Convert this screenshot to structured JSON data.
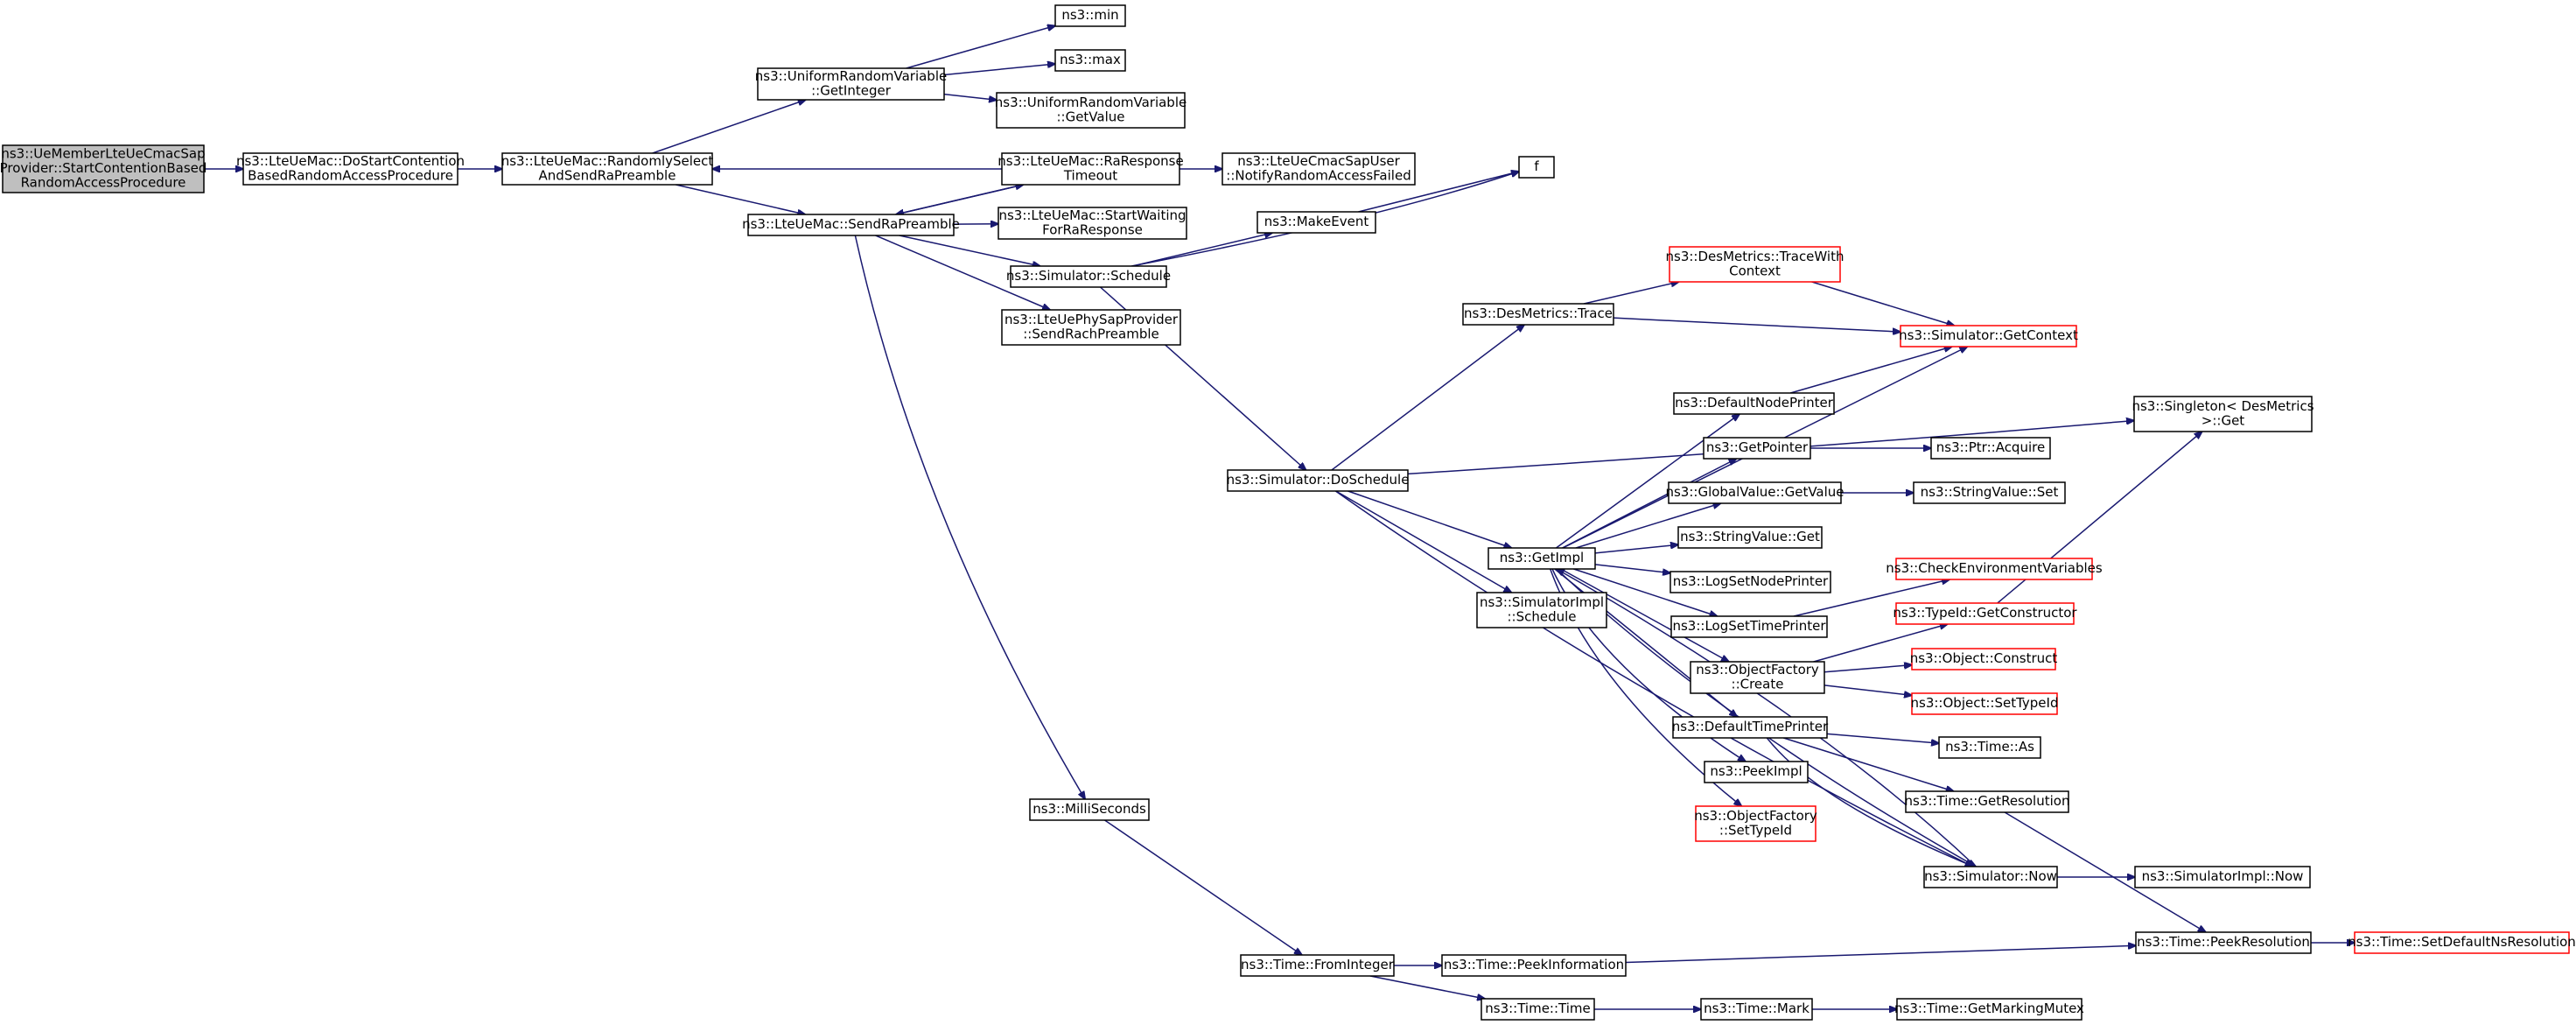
{
  "colors": {
    "edge": "#191970",
    "root_fill": "#bfbfbf",
    "truncated_border": "#ff0000",
    "node_border": "#000000"
  },
  "nodes": [
    {
      "id": "root",
      "lines": [
        "ns3::UeMemberLteUeCmacSap",
        "Provider::StartContentionBased",
        "RandomAccessProcedure"
      ],
      "kind": "root"
    },
    {
      "id": "doStart",
      "lines": [
        "ns3::LteUeMac::DoStartContention",
        "BasedRandomAccessProcedure"
      ]
    },
    {
      "id": "randSel",
      "lines": [
        "ns3::LteUeMac::RandomlySelect",
        "AndSendRaPreamble"
      ]
    },
    {
      "id": "uniInt",
      "lines": [
        "ns3::UniformRandomVariable",
        "::GetInteger"
      ]
    },
    {
      "id": "min",
      "lines": [
        "ns3::min"
      ]
    },
    {
      "id": "max",
      "lines": [
        "ns3::max"
      ]
    },
    {
      "id": "uniVal",
      "lines": [
        "ns3::UniformRandomVariable",
        "::GetValue"
      ]
    },
    {
      "id": "raTimeout",
      "lines": [
        "ns3::LteUeMac::RaResponse",
        "Timeout"
      ]
    },
    {
      "id": "notify",
      "lines": [
        "ns3::LteUeCmacSapUser",
        "::NotifyRandomAccessFailed"
      ]
    },
    {
      "id": "sendRa",
      "lines": [
        "ns3::LteUeMac::SendRaPreamble"
      ]
    },
    {
      "id": "startWait",
      "lines": [
        "ns3::LteUeMac::StartWaiting",
        "ForRaResponse"
      ]
    },
    {
      "id": "makeEvent",
      "lines": [
        "ns3::MakeEvent"
      ]
    },
    {
      "id": "f",
      "lines": [
        "f"
      ]
    },
    {
      "id": "simSched",
      "lines": [
        "ns3::Simulator::Schedule"
      ]
    },
    {
      "id": "sendRach",
      "lines": [
        "ns3::LteUePhySapProvider",
        "::SendRachPreamble"
      ]
    },
    {
      "id": "traceCtx",
      "lines": [
        "ns3::DesMetrics::TraceWith",
        "Context"
      ],
      "kind": "truncated"
    },
    {
      "id": "trace",
      "lines": [
        "ns3::DesMetrics::Trace"
      ]
    },
    {
      "id": "getCtx",
      "lines": [
        "ns3::Simulator::GetContext"
      ],
      "kind": "truncated"
    },
    {
      "id": "singleton",
      "lines": [
        "ns3::Singleton< DesMetrics",
        ">::Get"
      ]
    },
    {
      "id": "defNode",
      "lines": [
        "ns3::DefaultNodePrinter"
      ]
    },
    {
      "id": "getPtr",
      "lines": [
        "ns3::GetPointer"
      ]
    },
    {
      "id": "acquire",
      "lines": [
        "ns3::Ptr::Acquire"
      ]
    },
    {
      "id": "gvGet",
      "lines": [
        "ns3::GlobalValue::GetValue"
      ]
    },
    {
      "id": "svSet",
      "lines": [
        "ns3::StringValue::Set"
      ]
    },
    {
      "id": "doSched",
      "lines": [
        "ns3::Simulator::DoSchedule"
      ]
    },
    {
      "id": "svGet",
      "lines": [
        "ns3::StringValue::Get"
      ]
    },
    {
      "id": "getImpl",
      "lines": [
        "ns3::GetImpl"
      ]
    },
    {
      "id": "logNode",
      "lines": [
        "ns3::LogSetNodePrinter"
      ]
    },
    {
      "id": "checkEnv",
      "lines": [
        "ns3::CheckEnvironmentVariables"
      ],
      "kind": "truncated"
    },
    {
      "id": "logTime",
      "lines": [
        "ns3::LogSetTimePrinter"
      ]
    },
    {
      "id": "implSched",
      "lines": [
        "ns3::SimulatorImpl",
        "::Schedule"
      ]
    },
    {
      "id": "getCons",
      "lines": [
        "ns3::TypeId::GetConstructor"
      ],
      "kind": "truncated"
    },
    {
      "id": "ofCreate",
      "lines": [
        "ns3::ObjectFactory",
        "::Create"
      ]
    },
    {
      "id": "objConstruct",
      "lines": [
        "ns3::Object::Construct"
      ],
      "kind": "truncated"
    },
    {
      "id": "objSetType",
      "lines": [
        "ns3::Object::SetTypeId"
      ],
      "kind": "truncated"
    },
    {
      "id": "defTime",
      "lines": [
        "ns3::DefaultTimePrinter"
      ]
    },
    {
      "id": "timeAs",
      "lines": [
        "ns3::Time::As"
      ]
    },
    {
      "id": "peekImpl",
      "lines": [
        "ns3::PeekImpl"
      ]
    },
    {
      "id": "getRes",
      "lines": [
        "ns3::Time::GetResolution"
      ]
    },
    {
      "id": "ofSetType",
      "lines": [
        "ns3::ObjectFactory",
        "::SetTypeId"
      ],
      "kind": "truncated"
    },
    {
      "id": "milli",
      "lines": [
        "ns3::MilliSeconds"
      ]
    },
    {
      "id": "simNow",
      "lines": [
        "ns3::Simulator::Now"
      ]
    },
    {
      "id": "implNow",
      "lines": [
        "ns3::SimulatorImpl::Now"
      ]
    },
    {
      "id": "peekRes",
      "lines": [
        "ns3::Time::PeekResolution"
      ]
    },
    {
      "id": "setDefNs",
      "lines": [
        "ns3::Time::SetDefaultNsResolution"
      ],
      "kind": "truncated"
    },
    {
      "id": "fromInt",
      "lines": [
        "ns3::Time::FromInteger"
      ]
    },
    {
      "id": "peekInfo",
      "lines": [
        "ns3::Time::PeekInformation"
      ]
    },
    {
      "id": "timeTime",
      "lines": [
        "ns3::Time::Time"
      ]
    },
    {
      "id": "mark",
      "lines": [
        "ns3::Time::Mark"
      ]
    },
    {
      "id": "getMutex",
      "lines": [
        "ns3::Time::GetMarkingMutex"
      ]
    }
  ],
  "edges": [
    [
      "root",
      "doStart"
    ],
    [
      "doStart",
      "randSel"
    ],
    [
      "randSel",
      "uniInt"
    ],
    [
      "randSel",
      "sendRa"
    ],
    [
      "uniInt",
      "min"
    ],
    [
      "uniInt",
      "max"
    ],
    [
      "uniInt",
      "uniVal"
    ],
    [
      "raTimeout",
      "randSel"
    ],
    [
      "raTimeout",
      "notify"
    ],
    [
      "raTimeout",
      "sendRa"
    ],
    [
      "sendRa",
      "raTimeout"
    ],
    [
      "sendRa",
      "startWait"
    ],
    [
      "sendRa",
      "simSched"
    ],
    [
      "sendRa",
      "sendRach"
    ],
    [
      "sendRa",
      "milli"
    ],
    [
      "simSched",
      "makeEvent"
    ],
    [
      "simSched",
      "f"
    ],
    [
      "simSched",
      "doSched"
    ],
    [
      "makeEvent",
      "f"
    ],
    [
      "doSched",
      "trace"
    ],
    [
      "doSched",
      "singleton"
    ],
    [
      "doSched",
      "getImpl"
    ],
    [
      "doSched",
      "implSched"
    ],
    [
      "doSched",
      "simNow"
    ],
    [
      "trace",
      "traceCtx"
    ],
    [
      "trace",
      "getCtx"
    ],
    [
      "traceCtx",
      "getCtx"
    ],
    [
      "defNode",
      "getCtx"
    ],
    [
      "getImpl",
      "getCtx"
    ],
    [
      "getImpl",
      "defNode"
    ],
    [
      "getImpl",
      "getPtr"
    ],
    [
      "getImpl",
      "gvGet"
    ],
    [
      "getImpl",
      "svGet"
    ],
    [
      "getImpl",
      "logNode"
    ],
    [
      "getImpl",
      "logTime"
    ],
    [
      "getImpl",
      "ofCreate"
    ],
    [
      "getImpl",
      "defTime"
    ],
    [
      "getImpl",
      "peekImpl"
    ],
    [
      "getImpl",
      "ofSetType"
    ],
    [
      "getImpl",
      "simNow"
    ],
    [
      "getPtr",
      "acquire"
    ],
    [
      "gvGet",
      "svSet"
    ],
    [
      "logTime",
      "checkEnv"
    ],
    [
      "getCons",
      "singleton"
    ],
    [
      "ofCreate",
      "getCons"
    ],
    [
      "ofCreate",
      "objConstruct"
    ],
    [
      "ofCreate",
      "objSetType"
    ],
    [
      "defTime",
      "timeAs"
    ],
    [
      "defTime",
      "getRes"
    ],
    [
      "defTime",
      "simNow"
    ],
    [
      "getRes",
      "peekRes"
    ],
    [
      "simNow",
      "getImpl"
    ],
    [
      "simNow",
      "implNow"
    ],
    [
      "peekRes",
      "setDefNs"
    ],
    [
      "milli",
      "fromInt"
    ],
    [
      "fromInt",
      "peekInfo"
    ],
    [
      "fromInt",
      "timeTime"
    ],
    [
      "peekInfo",
      "peekRes"
    ],
    [
      "timeTime",
      "mark"
    ],
    [
      "mark",
      "getMutex"
    ]
  ]
}
